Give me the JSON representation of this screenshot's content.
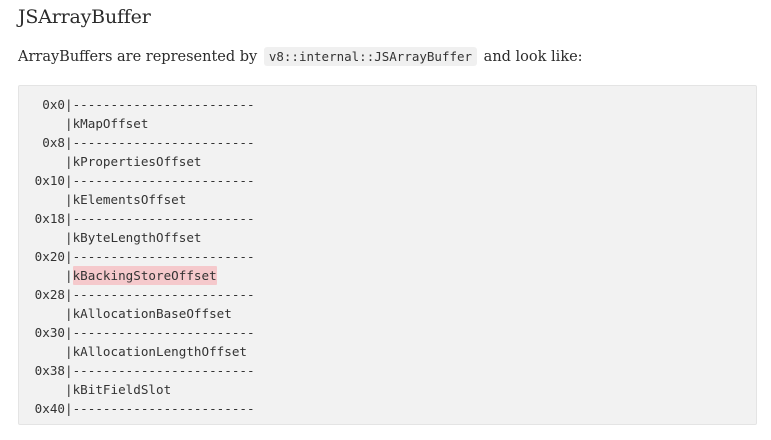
{
  "heading": "JSArrayBuffer",
  "intro": {
    "before": "ArrayBuffers are represented by",
    "code": "v8::internal::JSArrayBuffer",
    "after": "and look like:"
  },
  "layout_lines": [
    {
      "addr": "0x0",
      "sep": "|",
      "content": "------------------------",
      "highlight": false
    },
    {
      "addr": "",
      "sep": "|",
      "content": "kMapOffset",
      "highlight": false
    },
    {
      "addr": "0x8",
      "sep": "|",
      "content": "------------------------",
      "highlight": false
    },
    {
      "addr": "",
      "sep": "|",
      "content": "kPropertiesOffset",
      "highlight": false
    },
    {
      "addr": "0x10",
      "sep": "|",
      "content": "------------------------",
      "highlight": false
    },
    {
      "addr": "",
      "sep": "|",
      "content": "kElementsOffset",
      "highlight": false
    },
    {
      "addr": "0x18",
      "sep": "|",
      "content": "------------------------",
      "highlight": false
    },
    {
      "addr": "",
      "sep": "|",
      "content": "kByteLengthOffset",
      "highlight": false
    },
    {
      "addr": "0x20",
      "sep": "|",
      "content": "------------------------",
      "highlight": false
    },
    {
      "addr": "",
      "sep": "|",
      "content": "kBackingStoreOffset",
      "highlight": true
    },
    {
      "addr": "0x28",
      "sep": "|",
      "content": "------------------------",
      "highlight": false
    },
    {
      "addr": "",
      "sep": "|",
      "content": "kAllocationBaseOffset",
      "highlight": false
    },
    {
      "addr": "0x30",
      "sep": "|",
      "content": "------------------------",
      "highlight": false
    },
    {
      "addr": "",
      "sep": "|",
      "content": "kAllocationLengthOffset",
      "highlight": false
    },
    {
      "addr": "0x38",
      "sep": "|",
      "content": "------------------------",
      "highlight": false
    },
    {
      "addr": "",
      "sep": "|",
      "content": "kBitFieldSlot",
      "highlight": false
    },
    {
      "addr": "0x40",
      "sep": "|",
      "content": "------------------------",
      "highlight": false
    }
  ],
  "colors": {
    "highlight": "#f5c9cc",
    "code_background": "#f2f2f2"
  }
}
